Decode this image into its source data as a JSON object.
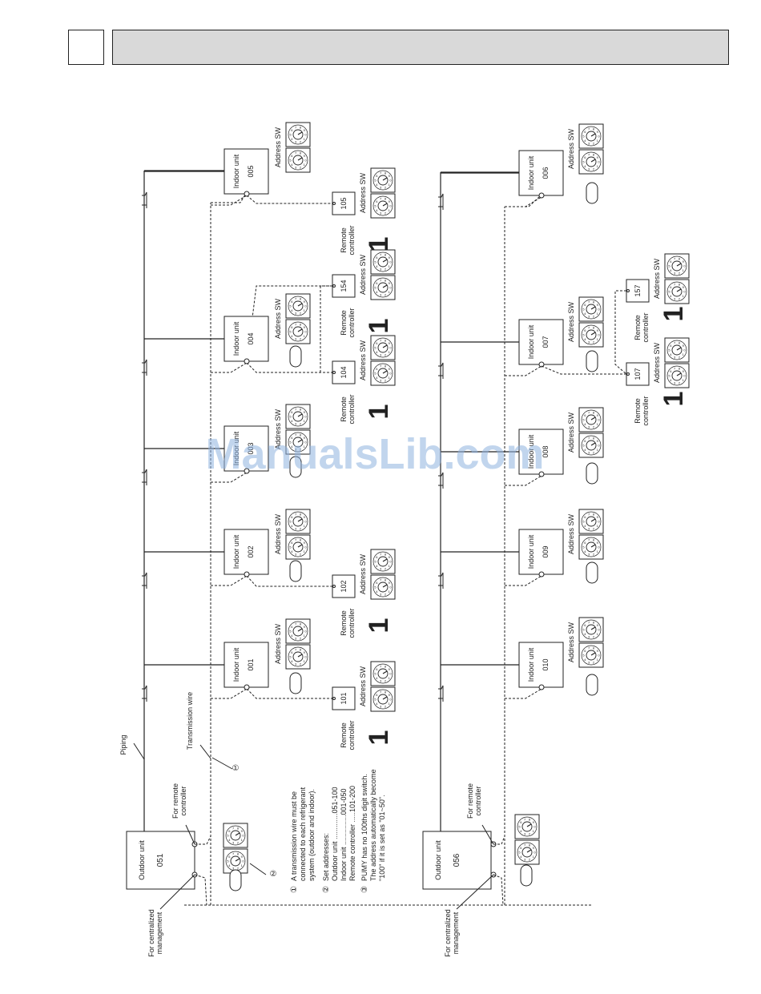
{
  "header": {
    "section_number": "",
    "title": ""
  },
  "watermark": "ManualsLib.com",
  "labels": {
    "indoor_unit": "Indoor unit",
    "outdoor_unit": "Outdoor unit",
    "remote_controller": "Remote controller",
    "address_sw": "Address SW",
    "piping": "Piping",
    "transmission_wire": "Transmission wire",
    "for_remote_controller": "For remote controller",
    "for_centralized_management": "For centralized management"
  },
  "systems": [
    {
      "outdoor_address": "051",
      "indoor_units": [
        "001",
        "002",
        "003",
        "004",
        "005"
      ],
      "remote_controllers": [
        "101",
        "102",
        "104",
        "154",
        "105"
      ]
    },
    {
      "outdoor_address": "056",
      "indoor_units": [
        "010",
        "009",
        "008",
        "007",
        "006"
      ],
      "remote_controllers": [
        "107",
        "157"
      ]
    }
  ],
  "notes": [
    {
      "marker": "①",
      "text": "A transmission wire must be connected to each refrigerant system (outdoor and indoor)."
    },
    {
      "marker": "②",
      "text": "Set addresses:",
      "lines": [
        "Outdoor unit .............051-100",
        "Indoor unit ...............001-050",
        "Remote controller .....101-200"
      ]
    },
    {
      "marker": "③",
      "text": "PUMY has no 100ths digit switch. The address automatically become \"100\" if it is set as \"01~50\"."
    }
  ],
  "colors": {
    "line": "#222222",
    "header_bar": "#d9d9d9",
    "watermark": "#8fb3df"
  }
}
